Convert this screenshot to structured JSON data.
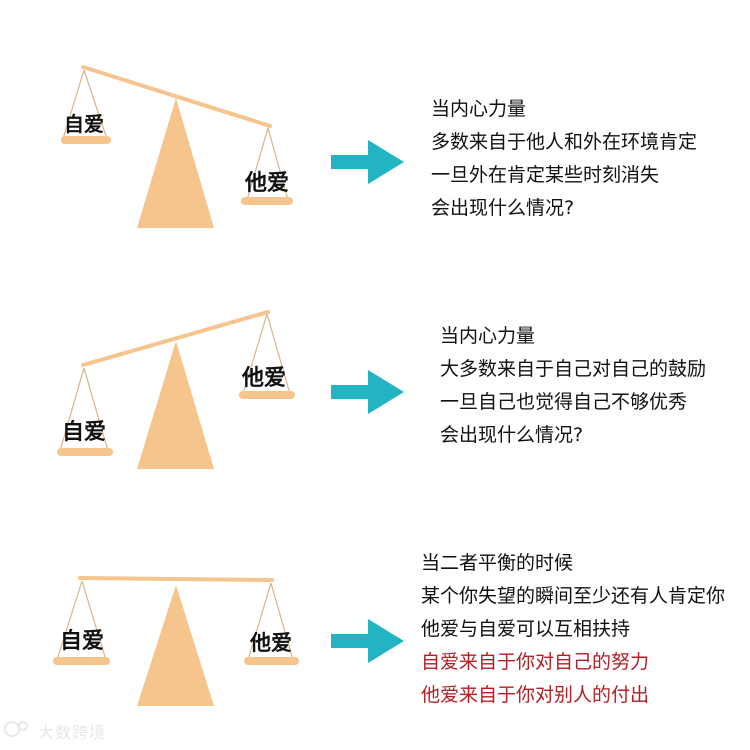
{
  "colors": {
    "beam": "#f6c48d",
    "pan": "#f6c48d",
    "fulcrum": "#f6c48d",
    "string": "#d6b58d",
    "arrow": "#22b4c2",
    "text": "#111111",
    "emphasis": "#b31f24",
    "watermark": "#e8e8e8"
  },
  "panels": [
    {
      "left_label": "自爱",
      "right_label": "他爱",
      "arrow_icon": "right-arrow-icon",
      "lines": [
        {
          "text": "当内心力量",
          "emphasis": false
        },
        {
          "text": "多数来自于他人和外在环境肯定",
          "emphasis": false
        },
        {
          "text": "一旦外在肯定某些时刻消失",
          "emphasis": false
        },
        {
          "text": "会出现什么情况?",
          "emphasis": false
        }
      ]
    },
    {
      "left_label": "自爱",
      "right_label": "他爱",
      "arrow_icon": "right-arrow-icon",
      "lines": [
        {
          "text": "当内心力量",
          "emphasis": false
        },
        {
          "text": "大多数来自于自己对自己的鼓励",
          "emphasis": false
        },
        {
          "text": "一旦自己也觉得自己不够优秀",
          "emphasis": false
        },
        {
          "text": "会出现什么情况?",
          "emphasis": false
        }
      ]
    },
    {
      "left_label": "自爱",
      "right_label": "他爱",
      "arrow_icon": "right-arrow-icon",
      "lines": [
        {
          "text": "当二者平衡的时候",
          "emphasis": false
        },
        {
          "text": "某个你失望的瞬间至少还有人肯定你",
          "emphasis": false
        },
        {
          "text": "他爱与自爱可以互相扶持",
          "emphasis": false
        },
        {
          "text": "自爱来自于你对自己的努力",
          "emphasis": true
        },
        {
          "text": "他爱来自于你对别人的付出",
          "emphasis": true
        }
      ]
    }
  ],
  "watermark": {
    "text": "大数跨境",
    "icon": "brand-logo-icon"
  }
}
